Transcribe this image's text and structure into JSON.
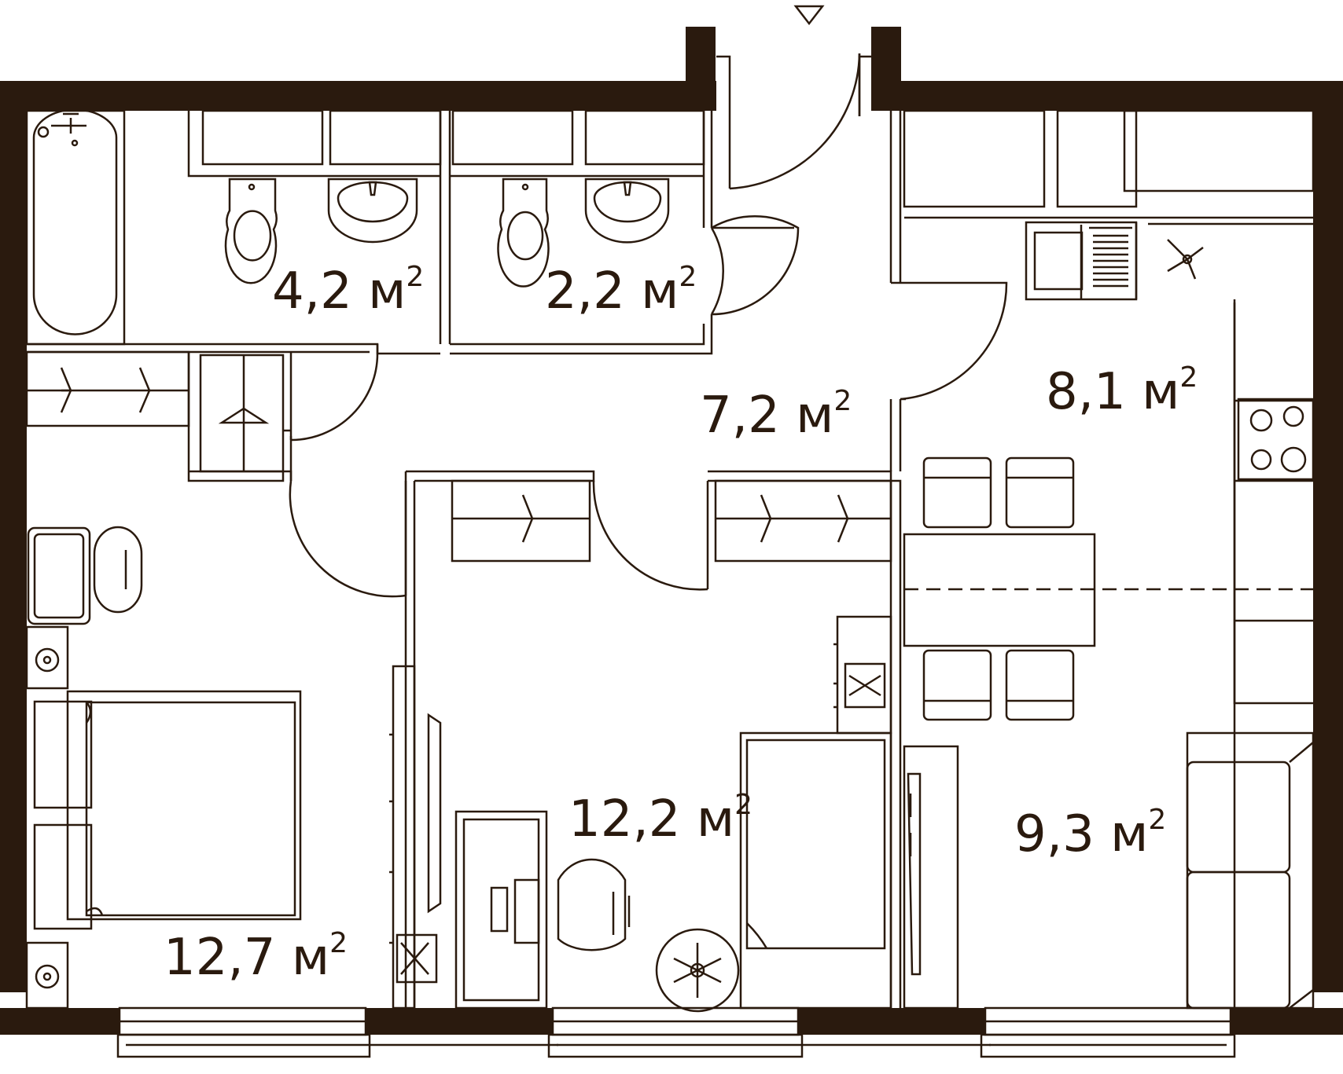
{
  "plan": {
    "colors": {
      "wall": "#2a1a0e",
      "line": "#2a1a0e",
      "background": "#ffffff"
    },
    "entrance_marker": "entrance-arrow-icon",
    "rooms": [
      {
        "id": "bathroom",
        "value": "4,2",
        "unit": "м",
        "sup": "2"
      },
      {
        "id": "toilet",
        "value": "2,2",
        "unit": "м",
        "sup": "2"
      },
      {
        "id": "hallway",
        "value": "7,2",
        "unit": "м",
        "sup": "2"
      },
      {
        "id": "kitchen",
        "value": "8,1",
        "unit": "м",
        "sup": "2"
      },
      {
        "id": "living",
        "value": "9,3",
        "unit": "м",
        "sup": "2"
      },
      {
        "id": "bedroom-2",
        "value": "12,2",
        "unit": "м",
        "sup": "2"
      },
      {
        "id": "bedroom-1",
        "value": "12,7",
        "unit": "м",
        "sup": "2"
      }
    ]
  }
}
